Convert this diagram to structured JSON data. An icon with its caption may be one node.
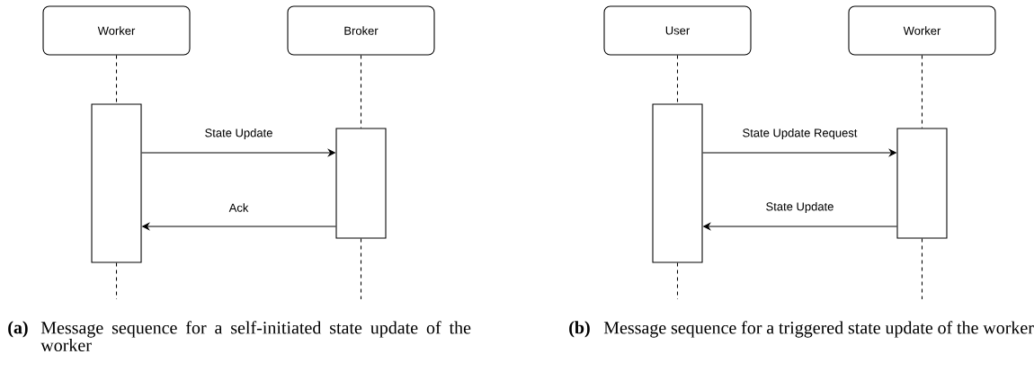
{
  "diagram": {
    "nodes": [
      {
        "text": [
          "Worker"
        ]
      },
      {
        "text": [
          "Broker"
        ]
      },
      {
        "text": [],
        "shape": "box"
      },
      {
        "text": [],
        "shape": "box"
      },
      {
        "text": [
          "User"
        ]
      },
      {
        "text": [
          "Worker"
        ]
      },
      {
        "text": [],
        "shape": "box"
      },
      {
        "text": [],
        "shape": "box"
      }
    ],
    "edges": [
      {
        "from": 0,
        "to": 2,
        "arrow": "none",
        "style": "dashed"
      },
      {
        "from": 1,
        "to": 3,
        "arrow": "none",
        "style": "dashed"
      },
      {
        "from": 2,
        "to": null,
        "arrow": "none",
        "style": "dashed"
      },
      {
        "from": 3,
        "to": null,
        "arrow": "none",
        "style": "dashed"
      },
      {
        "from": 2,
        "to": 3,
        "arrow": "to",
        "label": "State Update"
      },
      {
        "from": 3,
        "to": 2,
        "arrow": "to",
        "label": "Ack"
      },
      {
        "from": 4,
        "to": 6,
        "arrow": "none",
        "style": "dashed"
      },
      {
        "from": 5,
        "to": 7,
        "arrow": "none",
        "style": "dashed"
      },
      {
        "from": 6,
        "to": null,
        "arrow": "none",
        "style": "dashed"
      },
      {
        "from": 7,
        "to": null,
        "arrow": "none",
        "style": "dashed"
      },
      {
        "from": 6,
        "to": 7,
        "arrow": "to",
        "label": "State Update Request"
      },
      {
        "from": 7,
        "to": 6,
        "arrow": "to",
        "label": "State Update"
      }
    ],
    "labels": [
      "(a)",
      "Message sequence for a self-initiated state update of the worker",
      "(b)",
      "Message sequence for a triggered state update of the worker"
    ]
  }
}
